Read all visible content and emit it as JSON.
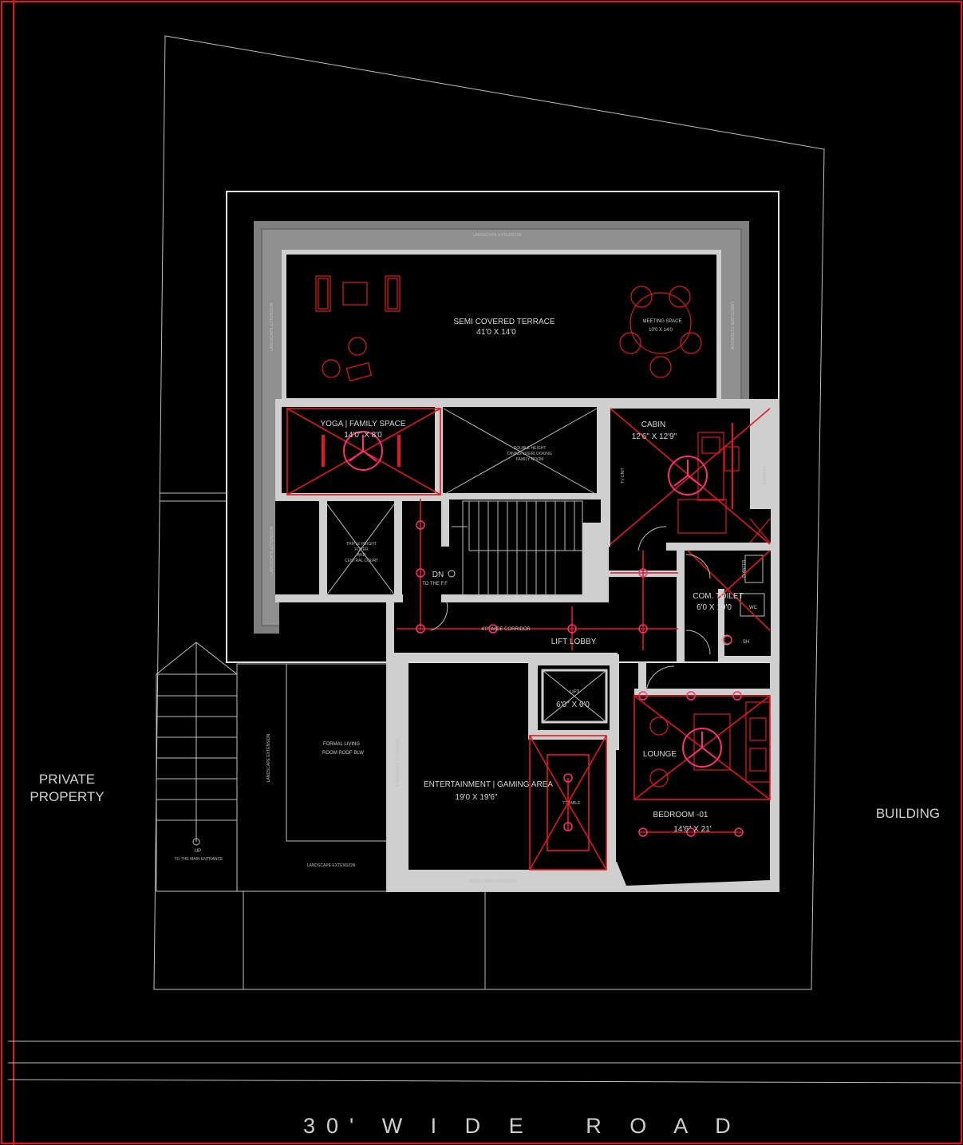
{
  "labels": {
    "private_property": [
      "PRIVATE",
      "PROPERTY"
    ],
    "building": "BUILDING",
    "road": "30' W I D E   R O A D",
    "terrace_title": "SEMI COVERED TERRACE",
    "terrace_size": "41'0 X 14'0",
    "meeting_title": "MEETING SPACE",
    "meeting_size": "10'0 X 14'0",
    "yoga_title": "YOGA | FAMILY SPACE",
    "yoga_size": "14'0\" X 8'0",
    "double_height": "DOUBLE HEIGHT",
    "dining_overlooking": "DINING OVERLOOKING",
    "family_room": "FAMILY ROOM",
    "cabin_title": "CABIN",
    "cabin_size": "12'6\" X 12'9\"",
    "tv_unit": "TV UNIT",
    "triple_height": "TRIPLE HEIGHT",
    "foyer": "FOYER",
    "and": "AND",
    "central_court": "CENTRAL COURT",
    "dn": "DN",
    "to_the_ff": "TO THE F.F",
    "corridor": "4'0\" WIDE CORRIDOR",
    "lift_lobby": "LIFT LOBBY",
    "com_toilet": "COM. TOILET",
    "com_toilet_size": "6'0 X 10'0",
    "wc": "WC",
    "sh": "SH",
    "lift": "LIFT",
    "lift_size": "6'0\" X 6'0",
    "formal_living": "FORMAL LIVING",
    "room_roof": "ROOM ROOF BLW",
    "entertainment_title": "ENTERTAINMENT | GAMING AREA",
    "entertainment_size": "19'0 X 19'6\"",
    "tt_table": "TT TABLE",
    "lounge": "LOUNGE",
    "bedroom_title": "BEDROOM -01",
    "bedroom_size": "14'6\" X 21'",
    "up": "UP",
    "to_main_entrance": "TO THE MAIN ENTRANCE",
    "landscape_extension": "LANDSCAPE EXTENSION",
    "planter": "PLANTER"
  },
  "colors": {
    "background": "#000000",
    "frame_red": "#e3181f",
    "wall_gray": "#cfcfcf",
    "fan_pink": "#ff2d7a"
  }
}
